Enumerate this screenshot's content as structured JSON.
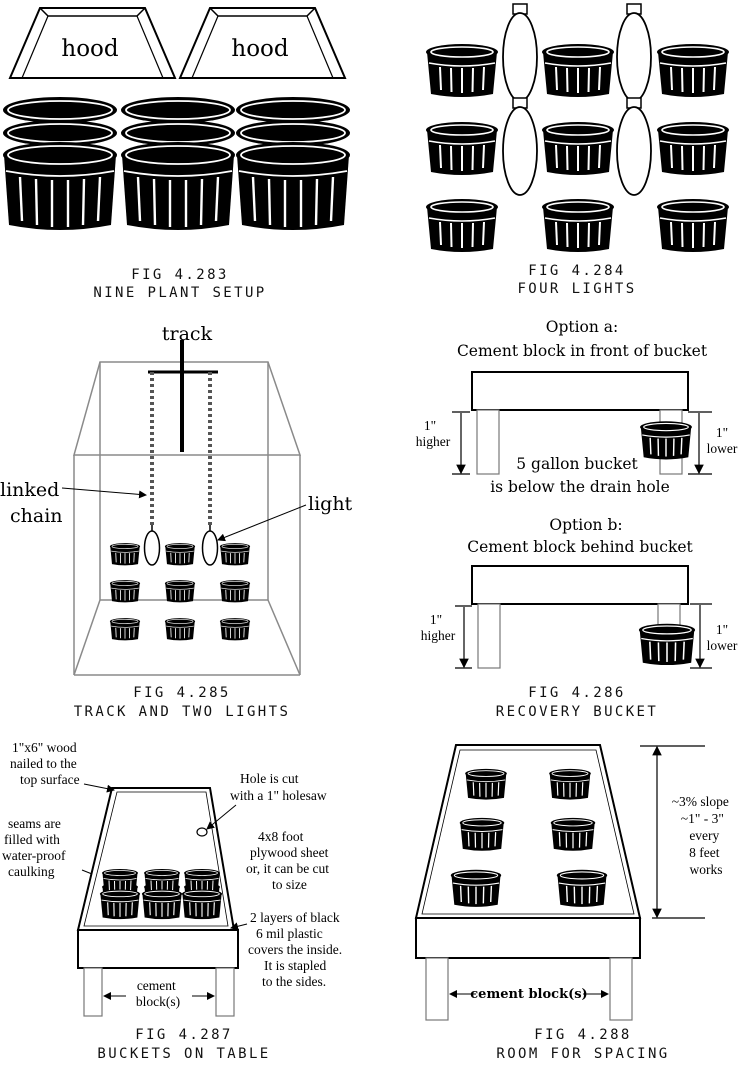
{
  "colors": {
    "ink": "#000000",
    "paper": "#ffffff",
    "frame": "#8a8a8a"
  },
  "fig283": {
    "caption_num": "FIG 4.283",
    "caption_title": "NINE PLANT SETUP",
    "hood_label": "hood"
  },
  "fig284": {
    "caption_num": "FIG 4.284",
    "caption_title": "FOUR LIGHTS"
  },
  "fig285": {
    "caption_num": "FIG 4.285",
    "caption_title": "TRACK AND TWO LIGHTS",
    "track_label": "track",
    "chain_label_1": "linked",
    "chain_label_2": "chain",
    "light_label": "light"
  },
  "fig286": {
    "caption_num": "FIG 4.286",
    "caption_title": "RECOVERY BUCKET",
    "option_a_title": "Option a:",
    "option_a_desc": "Cement block in front of bucket",
    "option_b_title": "Option b:",
    "option_b_desc": "Cement block behind bucket",
    "higher_1": "1\"",
    "higher_2": "higher",
    "lower_1": "1\"",
    "lower_2": "lower",
    "bucket_note_1": "5 gallon bucket",
    "bucket_note_2": "is below the drain hole"
  },
  "fig287": {
    "caption_num": "FIG 4.287",
    "caption_title": "BUCKETS ON TABLE",
    "wood_note": [
      "1\"x6\" wood",
      "nailed to the",
      "top surface"
    ],
    "seams_note": [
      "seams are",
      "filled with",
      "water-proof",
      "caulking"
    ],
    "hole_note": [
      "Hole is cut",
      "with a 1\" holesaw"
    ],
    "plywood_note": [
      "4x8 foot",
      "plywood sheet",
      "or, it can be cut",
      "to size"
    ],
    "plastic_note": [
      "2 layers of black",
      "6 mil plastic",
      "covers the inside.",
      "It is stapled",
      "to the sides."
    ],
    "block_note": [
      "cement",
      "block(s)"
    ]
  },
  "fig288": {
    "caption_num": "FIG 4.288",
    "caption_title": "ROOM FOR SPACING",
    "slope_note": [
      "~3% slope",
      "~1\" - 3\"",
      "every",
      "8 feet",
      "works"
    ],
    "block_note": "cement block(s)"
  }
}
